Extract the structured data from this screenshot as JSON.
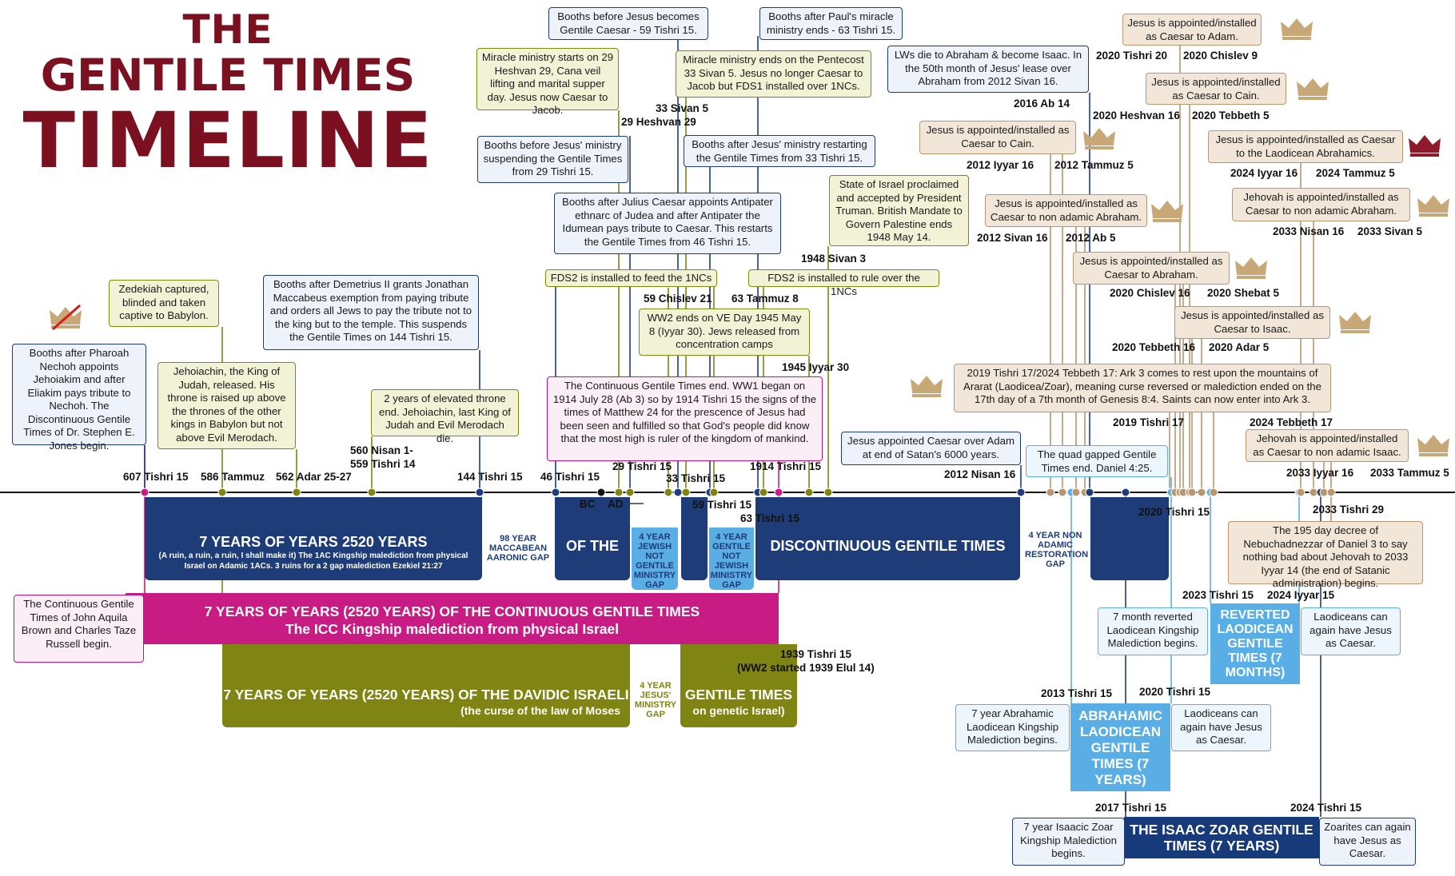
{
  "title": {
    "line1": "THE",
    "line2": "GENTILE TIMES",
    "line3": "TIMELINE"
  },
  "colors": {
    "navy": "#1d3c78",
    "magenta": "#c81c84",
    "olive": "#7f8412",
    "light_blue": "#5aaee6",
    "tan": "#b89670",
    "title_red": "#7a1020"
  },
  "icons": {
    "crown": "crown-icon",
    "crossed_crown": "crossed-out-crown-icon"
  },
  "notes": {
    "booths_pharaoh": "Booths after Pharoah Nechoh appoints Jehoiakim and after Eliakim pays tribute to Nechoh. The Discontinuous Gentile Times of Dr. Stephen E. Jones begin.",
    "zedekiah": "Zedekiah captured, blinded and taken captive to Babylon.",
    "jehoiachin_released": "Jehoiachin, the King of Judah, released. His throne is raised up above the thrones of the other kings in Babylon but not above Evil Merodach.",
    "booths_demetrius": "Booths after Demetrius II grants Jonathan Maccabeus exemption from paying tribute and orders all Jews to pay the tribute not to the king but to the temple. This suspends the Gentile Times on 144 Tishri 15.",
    "elevated_throne": "2 years of elevated throne end. Jehoiachin, last King of Judah and Evil Merodach die.",
    "continuous_begin": "The Continuous Gentile Times of John Aquila Brown and Charles Taze Russell begin.",
    "booths_gentile_caesar": "Booths before Jesus becomes Gentile Caesar - 59 Tishri 15.",
    "miracle_starts": "Miracle ministry starts on 29 Heshvan 29, Cana veil lifting and marital supper day. Jesus now Caesar to Jacob.",
    "booths_before_ministry": "Booths before Jesus' ministry suspending the Gentile Times from 29 Tishri 15.",
    "booths_julius": "Booths after Julius Caesar appoints Antipater ethnarc of Judea and after Antipater the Idumean pays tribute to Caesar. This restarts the Gentile Times from 46 Tishri 15.",
    "fds2_feed": "FDS2 is installed to feed the 1NCs",
    "booths_paul": "Booths after Paul's miracle ministry ends - 63 Tishri 15.",
    "miracle_ends": "Miracle ministry ends on the Pentecost 33 Sivan 5. Jesus no longer Caesar to Jacob but FDS1 installed over 1NCs.",
    "booths_restarting": "Booths after Jesus' ministry restarting the Gentile Times from 33 Tishri 15.",
    "israel_proclaimed": "State of Israel proclaimed and accepted by President Truman. British Mandate to Govern Palestine ends 1948 May 14.",
    "fds2_rule": "FDS2 is installed to rule over the 1NCs",
    "ww2_ends": "WW2 ends on VE Day 1945 May 8 (Iyyar 30). Jews released from concentration camps",
    "continuous_end": "The Continuous Gentile Times end. WW1 began on 1914 July 28 (Ab 3) so by 1914 Tishri 15 the signs of the times of Matthew 24 for the prescence of Jesus had been seen and fulfilled so that God's people did know that the most high is ruler of the kingdom of mankind.",
    "lws_die": "LWs die to Abraham & become Isaac. In the 50th month of Jesus' lease over Abraham from 2012 Sivan 16.",
    "caesar_adam_6000": "Jesus appointed Caesar over Adam at end of Satan's 6000 years.",
    "quad_gapped": "The quad gapped Gentile Times end. Daniel 4:25.",
    "caesar_cain": "Jesus is appointed/installed as Caesar to Cain.",
    "caesar_non_adamic_abraham": "Jesus is appointed/installed as Caesar to non adamic Abraham.",
    "caesar_abraham": "Jesus is appointed/installed as Caesar to Abraham.",
    "caesar_isaac": "Jesus is appointed/installed as Caesar to Isaac.",
    "ark3": "2019 Tishri 17/2024 Tebbeth 17: Ark 3 comes to rest upon the mountains of Ararat (Laodicea/Zoar), meaning curse reversed or malediction ended on the 17th day of a 7th month of Genesis 8:4. Saints can now enter into Ark 3.",
    "caesar_adam": "Jesus is appointed/installed as Caesar to Adam.",
    "caesar_cain_2": "Jesus is appointed/installed as Caesar to Cain.",
    "caesar_laodicean": "Jesus is appointed/installed as Caesar to the Laodicean Abrahamics.",
    "jehovah_abraham": "Jehovah is appointed/installed as Caesar to non adamic Abraham.",
    "jehovah_isaac": "Jehovah is appointed/installed as Caesar to non adamic Isaac.",
    "decree_195": "The 195 day decree of Nebuchadnezzar of Daniel 3 to say nothing bad about Jehovah to 2033 Iyyar 14 (the end of Satanic administration) begins.",
    "reverted_7month": "7 month reverted Laodicean Kingship Malediction begins.",
    "laodiceans_2024": "Laodiceans can again have Jesus as Caesar.",
    "abrahamic_7year": "7 year Abrahamic Laodicean Kingship Malediction begins.",
    "laodiceans_2020": "Laodiceans can again have Jesus as Caesar.",
    "isaacic_7year": "7 year Isaacic Zoar Kingship Malediction begins.",
    "zoarites": "Zoarites can again have Jesus as Caesar."
  },
  "axis_labels": {
    "l607": "607  Tishri 15",
    "l586": "586  Tammuz",
    "l562": "562  Adar 25-27",
    "l560a": "560  Nisan 1-",
    "l560b": "559  Tishri 14",
    "l144": "144  Tishri 15",
    "l46": "46  Tishri 15",
    "l29": "29  Tishri 15",
    "l33": "33  Tishri 15",
    "l1914": "1914  Tishri 15",
    "l59": "59  Tishri 15",
    "l63": "63  Tishri 15",
    "l1939a": "1939  Tishri 15",
    "l1939b": "(WW2 started 1939 Elul 14)",
    "l33sivan": "33  Sivan 5",
    "l29heshvan": "29  Heshvan 29",
    "l59chislev": "59 Chislev 21",
    "l63tammuz": "63  Tammuz 8",
    "l1948": "1948  Sivan 3",
    "l1945": "1945  Iyyar 30",
    "bc": "BC",
    "ad": "AD",
    "l2012nisan": "2012 Nisan 16",
    "l2016": "2016  Ab 14",
    "l2012iyyar": "2012  Iyyar 16",
    "l2012tammuz": "2012 Tammuz 5",
    "l2012sivan": "2012  Sivan 16",
    "l2012ab": "2012 Ab 5",
    "l2020chislev": "2020 Chislev 16",
    "l2020shebat": "2020 Shebat 5",
    "l2020tebbeth": "2020 Tebbeth 16",
    "l2020adar": "2020 Adar 5",
    "l2019": "2019  Tishri 17",
    "l2024tebbeth": "2024  Tebbeth 17",
    "l2020tishri20": "2020 Tishri 20",
    "l2020chislev9": "2020 Chislev 9",
    "l2020heshvan": "2020 Heshvan 16",
    "l2020tebbeth5": "2020 Tebbeth 5",
    "l2024iyyar": "2024 Iyyar 16",
    "l2024tammuz": "2024 Tammuz 5",
    "l2033nisan": "2033 Nisan 16",
    "l2033sivan": "2033 Sivan 5",
    "l2033iyyar16": "2033 Iyyar 16",
    "l2033tammuz5": "2033 Tammuz 5",
    "l2020tishri15": "2020  Tishri 15",
    "l2033tishri29": "2033  Tishri 29",
    "l2023": "2023  Tishri 15",
    "l2024iyyar15": "2024  Iyyar 15",
    "l2013": "2013  Tishri 15",
    "l2020b": "2020  Tishri 15",
    "l2017": "2017  Tishri 15",
    "l2024tishri": "2024  Tishri 15"
  },
  "bands": {
    "navy_main_title": "7 YEARS OF  YEARS 2520 YEARS",
    "navy_main_sub": "(A ruin, a ruin, a ruin, I shall make it) The 1AC Kingship malediction from physical Israel on Adamic 1ACs. 3 ruins for a 2 gap malediction Ezekiel 21:27",
    "navy_of_the": "OF THE",
    "navy_discontinuous": "DISCONTINUOUS GENTILE TIMES",
    "magenta_line1": "7 YEARS OF YEARS (2520 YEARS) OF THE CONTINUOUS GENTILE TIMES",
    "magenta_line2": "The ICC Kingship malediction from physical Israel",
    "olive_line1": "7 YEARS OF YEARS (2520 YEARS) OF THE DAVIDIC ISRAELI",
    "olive_line2": "(the curse of the law of Moses",
    "olive_gentile": "GENTILE TIMES",
    "olive_genetic": "on genetic Israel)",
    "reverted": "REVERTED LAODICEAN GENTILE TIMES (7 MONTHS)",
    "abrahamic": "ABRAHAMIC LAODICEAN GENTILE TIMES (7 YEARS)",
    "isaacic": "THE ISAAC ZOAR GENTILE TIMES (7 YEARS)"
  },
  "gaps": {
    "maccabean": "98 YEAR MACCABEAN AARONIC GAP",
    "jewish_ministry": "4 YEAR JEWISH NOT GENTILE MINISTRY GAP",
    "gentile_ministry": "4 YEAR GENTILE NOT JEWISH MINISTRY GAP",
    "non_adamic": "4 YEAR NON ADAMIC RESTORATION GAP",
    "jesus_ministry": "4 YEAR JESUS' MINISTRY GAP"
  }
}
